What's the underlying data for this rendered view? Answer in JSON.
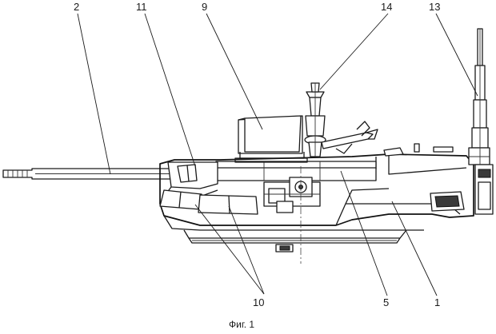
{
  "caption": "Фиг. 1",
  "callouts": {
    "c1": "1",
    "c2": "2",
    "c5": "5",
    "c9": "9",
    "c10": "10",
    "c11": "11",
    "c13": "13",
    "c14": "14"
  }
}
